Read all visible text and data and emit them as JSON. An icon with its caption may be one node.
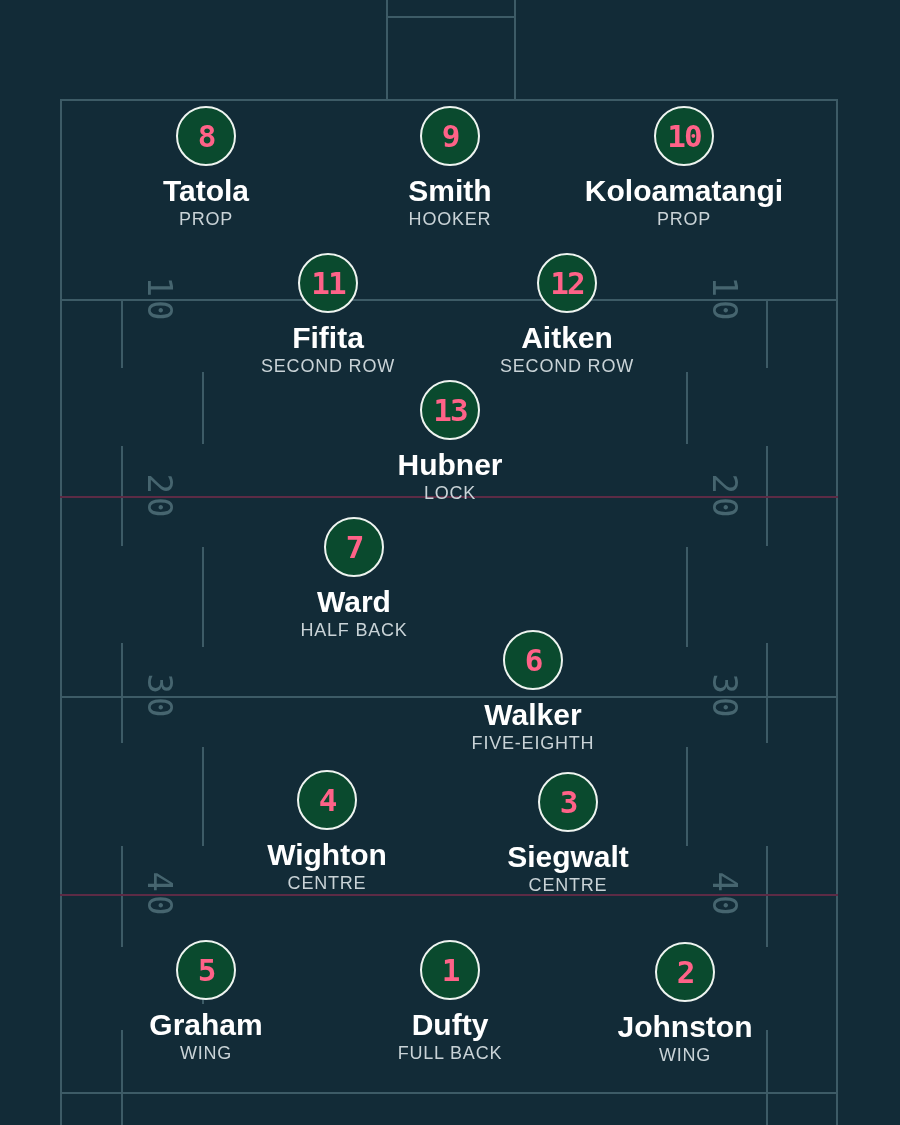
{
  "diagram": {
    "nodes": [
      {
        "text": [
          "8"
        ],
        "beside": [
          "Tatola",
          "PROP"
        ]
      },
      {
        "text": [
          "9"
        ],
        "beside": [
          "Smith",
          "HOOKER"
        ]
      },
      {
        "text": [
          "10"
        ],
        "beside": [
          "Koloamatangi",
          "PROP"
        ]
      },
      {
        "text": [
          "11"
        ],
        "beside": [
          "Fifita",
          "SECOND ROW"
        ]
      },
      {
        "text": [
          "12"
        ],
        "beside": [
          "Aitken",
          "SECOND ROW"
        ]
      },
      {
        "text": [
          "13"
        ],
        "beside": [
          "Hubner",
          "LOCK"
        ]
      },
      {
        "text": [
          "7"
        ],
        "beside": [
          "Ward",
          "HALF BACK"
        ]
      },
      {
        "text": [
          "6"
        ],
        "beside": [
          "Walker",
          "FIVE-EIGHTH"
        ]
      },
      {
        "text": [
          "4"
        ],
        "beside": [
          "Wighton",
          "CENTRE"
        ]
      },
      {
        "text": [
          "3"
        ],
        "beside": [
          "Siegwalt",
          "CENTRE"
        ]
      },
      {
        "text": [
          "5"
        ],
        "beside": [
          "Graham",
          "WING"
        ]
      },
      {
        "text": [
          "1"
        ],
        "beside": [
          "Dufty",
          "FULL BACK"
        ]
      },
      {
        "text": [
          "2"
        ],
        "beside": [
          "Johnston",
          "WING"
        ]
      }
    ],
    "labels": [
      "10",
      "10",
      "20",
      "20",
      "30",
      "30",
      "40",
      "40"
    ]
  }
}
